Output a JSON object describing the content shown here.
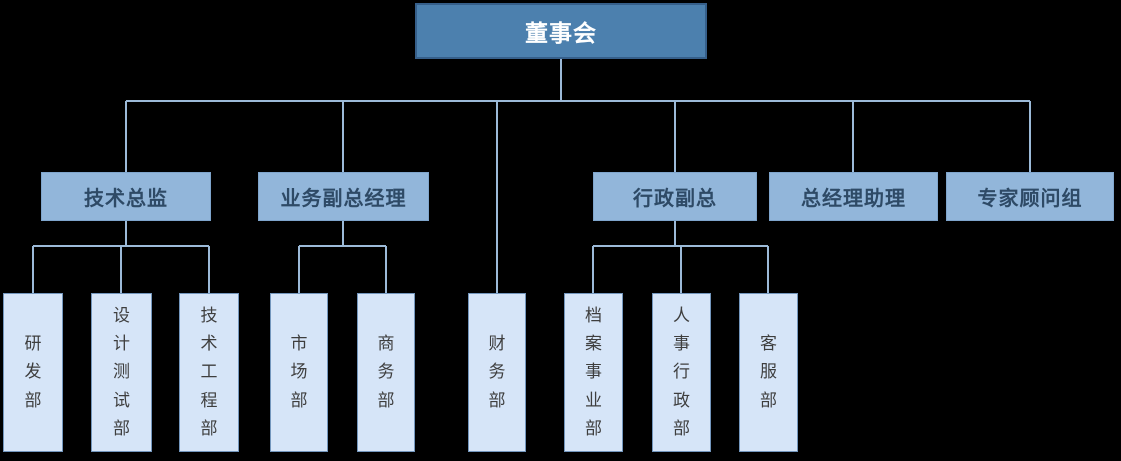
{
  "org": {
    "root": {
      "label": "董事会"
    },
    "managers": [
      {
        "label": "技术总监",
        "parent": "董事会"
      },
      {
        "label": "业务副总经理",
        "parent": "董事会"
      },
      {
        "label": "行政副总",
        "parent": "董事会"
      },
      {
        "label": "总经理助理",
        "parent": "董事会"
      },
      {
        "label": "专家顾问组",
        "parent": "董事会"
      }
    ],
    "departments": [
      {
        "label": "研发部",
        "parent": "技术总监"
      },
      {
        "label": "设计测试部",
        "parent": "技术总监"
      },
      {
        "label": "技术工程部",
        "parent": "技术总监"
      },
      {
        "label": "市场部",
        "parent": "业务副总经理"
      },
      {
        "label": "商务部",
        "parent": "业务副总经理"
      },
      {
        "label": "财务部",
        "parent": "董事会"
      },
      {
        "label": "档案事业部",
        "parent": "行政副总"
      },
      {
        "label": "人事行政部",
        "parent": "行政副总"
      },
      {
        "label": "客服部",
        "parent": "行政副总"
      }
    ],
    "colors": {
      "background": "#000000",
      "root_fill": "#4C80AE",
      "root_border": "#365F8A",
      "root_text": "#FFFFFF",
      "manager_fill": "#92B6DA",
      "manager_border": "#7FA5CC",
      "manager_text": "#2E4A66",
      "department_fill": "#D6E5F8",
      "department_border": "#7396BD",
      "department_text": "#3E3E3E",
      "connector": "#9CBAD8"
    }
  }
}
